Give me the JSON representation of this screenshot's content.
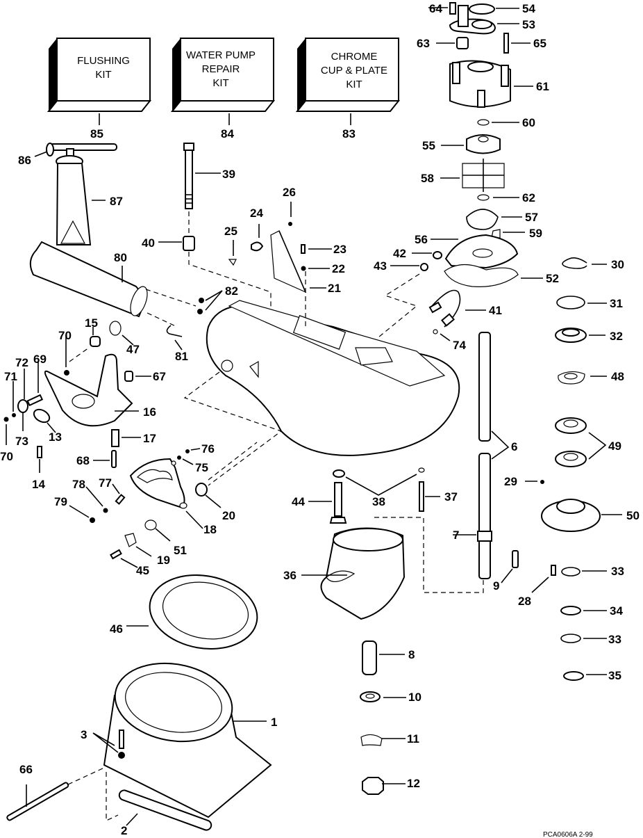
{
  "diagram": {
    "title": "Jet Pump Exploded Parts Diagram",
    "kits": [
      {
        "id": "85",
        "lines": [
          "FLUSHING",
          "KIT"
        ]
      },
      {
        "id": "84",
        "lines": [
          "WATER PUMP",
          "REPAIR",
          "KIT"
        ]
      },
      {
        "id": "83",
        "lines": [
          "CHROME",
          "CUP & PLATE",
          "KIT"
        ]
      }
    ],
    "callouts": {
      "c1": "1",
      "c2": "2",
      "c3": "3",
      "c6": "6",
      "c7": "7",
      "c8": "8",
      "c9": "9",
      "c10": "10",
      "c11": "11",
      "c12": "12",
      "c13": "13",
      "c14": "14",
      "c15": "15",
      "c16": "16",
      "c17": "17",
      "c18": "18",
      "c19": "19",
      "c20": "20",
      "c21": "21",
      "c22": "22",
      "c23": "23",
      "c24": "24",
      "c25": "25",
      "c26": "26",
      "c28": "28",
      "c29": "29",
      "c30": "30",
      "c31": "31",
      "c32": "32",
      "c33a": "33",
      "c33b": "33",
      "c34": "34",
      "c35": "35",
      "c36": "36",
      "c37": "37",
      "c38": "38",
      "c39": "39",
      "c40": "40",
      "c41": "41",
      "c42": "42",
      "c43": "43",
      "c44": "44",
      "c45": "45",
      "c46": "46",
      "c47": "47",
      "c48": "48",
      "c49": "49",
      "c50": "50",
      "c51": "51",
      "c52": "52",
      "c53": "53",
      "c54": "54",
      "c55": "55",
      "c56": "56",
      "c57": "57",
      "c58": "58",
      "c59": "59",
      "c60": "60",
      "c61": "61",
      "c62": "62",
      "c63": "63",
      "c64": "64",
      "c65": "65",
      "c66": "66",
      "c67": "67",
      "c68": "68",
      "c69": "69",
      "c70a": "70",
      "c70b": "70",
      "c71": "71",
      "c72": "72",
      "c73": "73",
      "c74": "74",
      "c75": "75",
      "c76": "76",
      "c77": "77",
      "c78": "78",
      "c79": "79",
      "c80": "80",
      "c81": "81",
      "c82": "82",
      "c83": "83",
      "c84": "84",
      "c85": "85",
      "c86": "86",
      "c87": "87"
    },
    "footer_code": "PCA0606A   2-99"
  }
}
